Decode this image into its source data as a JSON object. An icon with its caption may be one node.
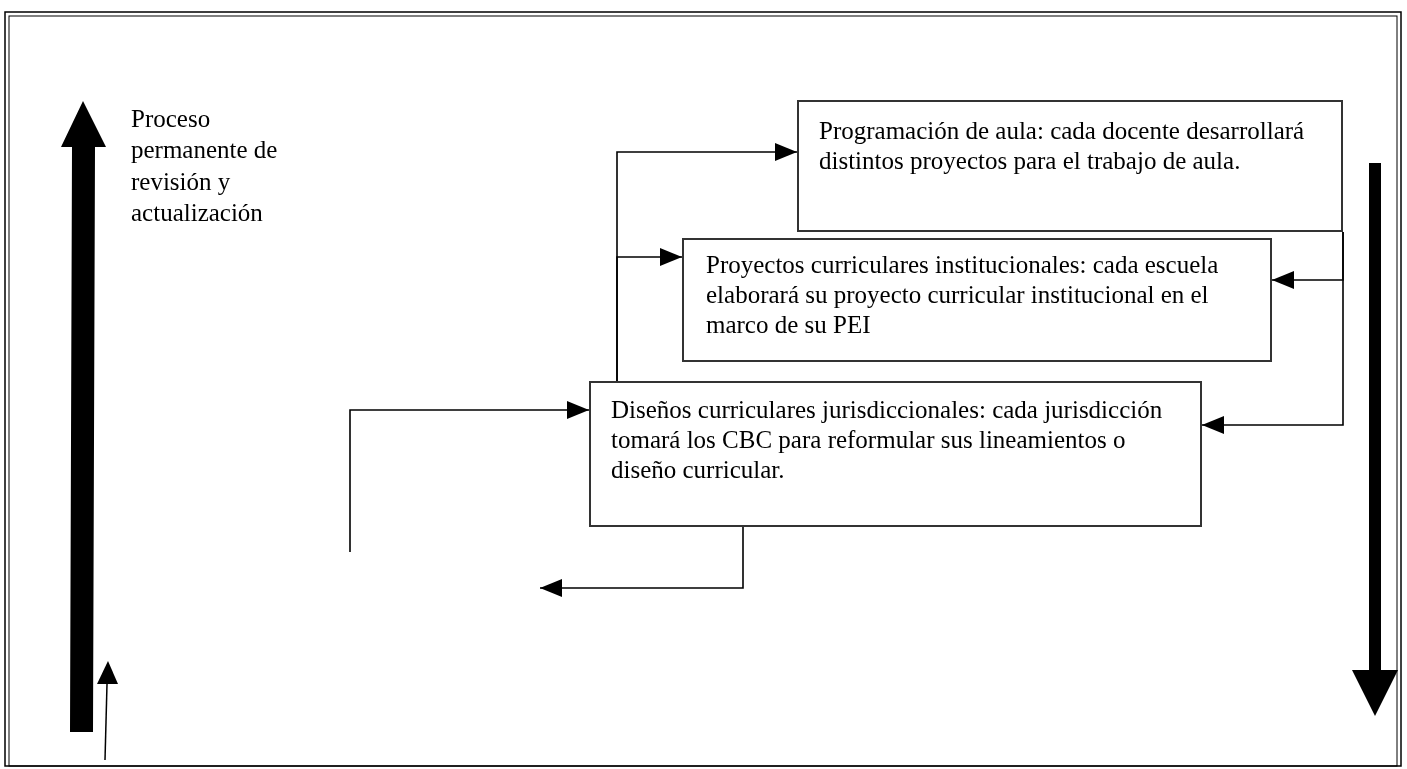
{
  "diagram": {
    "nodes": [
      {
        "text": [
          "Programación de aula: cada docente desarrollará distintos proyectos para el trabajo de aula."
        ]
      },
      {
        "text": [
          "Proyectos curriculares institucionales: cada escuela elaborará su proyecto curricular institucional en el marco de su PEI"
        ]
      },
      {
        "text": [
          "Diseños curriculares jurisdiccionales: cada jurisdicción tomará los CBC para reformular sus lineamientos o diseño curricular."
        ]
      }
    ],
    "edges": [
      {
        "from": 2,
        "to": 0,
        "arrow": "to"
      },
      {
        "from": 2,
        "to": 1,
        "arrow": "to"
      },
      {
        "from": 0,
        "to": 1,
        "arrow": "to"
      },
      {
        "from": 0,
        "to": 2,
        "arrow": "to"
      },
      {
        "from": null,
        "to": 2,
        "arrow": "to"
      },
      {
        "from": 2,
        "to": null,
        "arrow": "to"
      }
    ],
    "labels": [
      "Proceso permanente de revisión y actualización"
    ]
  }
}
